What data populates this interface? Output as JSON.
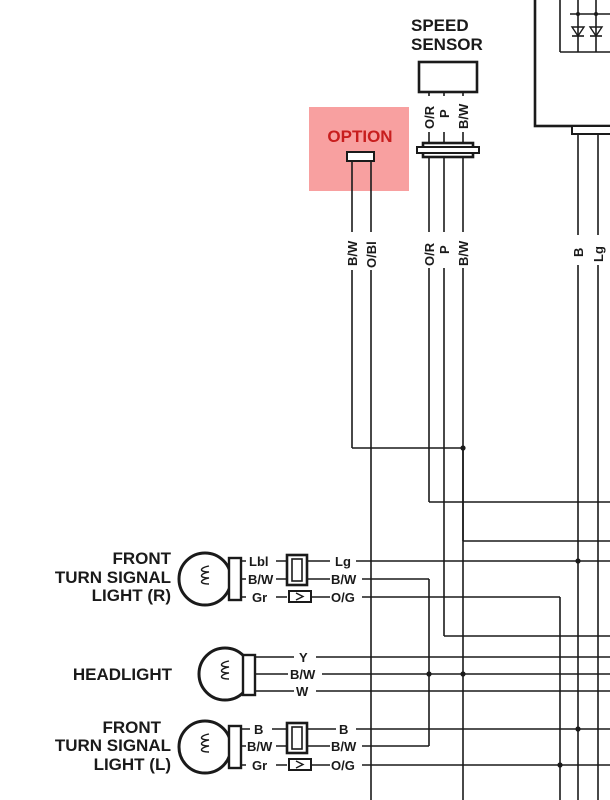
{
  "colors": {
    "highlight": "#f8a0a0",
    "option_text": "#c81e1e",
    "line": "#1a1a1a"
  },
  "labels": {
    "speed_sensor_1": "SPEED",
    "speed_sensor_2": "SENSOR",
    "option": "OPTION",
    "turn_r_1": "FRONT",
    "turn_r_2": "TURN SIGNAL",
    "turn_r_3": "LIGHT (R)",
    "headlight": "HEADLIGHT",
    "turn_l_1": "FRONT",
    "turn_l_2": "TURN SIGNAL",
    "turn_l_3": "LIGHT (L)"
  },
  "wires": {
    "sensor_top": [
      "O/R",
      "P",
      "B/W"
    ],
    "sensor_bottom": [
      "O/R",
      "P",
      "B/W"
    ],
    "option": [
      "B/W",
      "O/Bl"
    ],
    "right_side": [
      "B",
      "Lg"
    ],
    "turn_r_left": [
      "Lbl",
      "B/W",
      "Gr"
    ],
    "turn_r_right": [
      "Lg",
      "B/W",
      "O/G"
    ],
    "headlight": [
      "Y",
      "B/W",
      "W"
    ],
    "turn_l_left": [
      "B",
      "B/W",
      "Gr"
    ],
    "turn_l_right": [
      "B",
      "B/W",
      "O/G"
    ]
  }
}
